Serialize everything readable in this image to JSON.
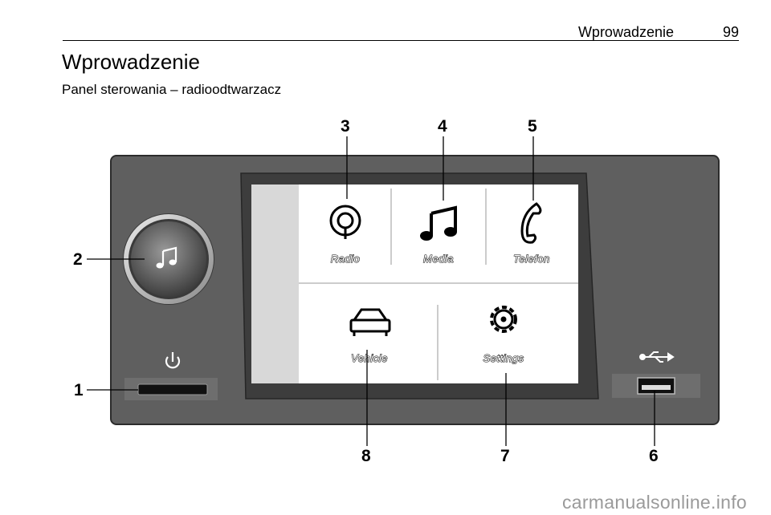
{
  "header": {
    "section": "Wprowadzenie",
    "page": "99"
  },
  "title": "Wprowadzenie",
  "subtitle": "Panel sterowania – radioodtwarzacz",
  "callouts": [
    "1",
    "2",
    "3",
    "4",
    "5",
    "6",
    "7",
    "8"
  ],
  "screen": {
    "tiles": [
      {
        "label": "Radio",
        "icon": "radio-icon"
      },
      {
        "label": "Media",
        "icon": "music-note-icon"
      },
      {
        "label": "Telefon",
        "icon": "phone-icon"
      },
      {
        "label": "Vehicle",
        "icon": "car-icon"
      },
      {
        "label": "Settings",
        "icon": "gear-icon"
      }
    ]
  },
  "footer": {
    "watermark": "carmanualsonline.info"
  },
  "colors": {
    "panel": "#5e5e5e",
    "screen": "#ffffff",
    "screen_side": "#d7d7d7"
  }
}
